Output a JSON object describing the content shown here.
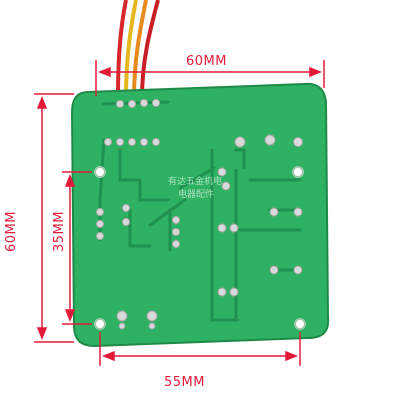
{
  "dimensions": {
    "top_width": "60MM",
    "left_height": "60MM",
    "hole_vertical": "35MM",
    "hole_horizontal": "55MM"
  },
  "silkscreen": {
    "line1": "有达五金机电",
    "line2": "电器配件"
  },
  "colors": {
    "board": "#2fb163",
    "board_edge": "#1f8a47",
    "pad": "#d9d9d9",
    "dimension": "#e21b3a",
    "wire_red": "#d8262b",
    "wire_yellow": "#e5b820",
    "wire_orange": "#e88a1e"
  }
}
